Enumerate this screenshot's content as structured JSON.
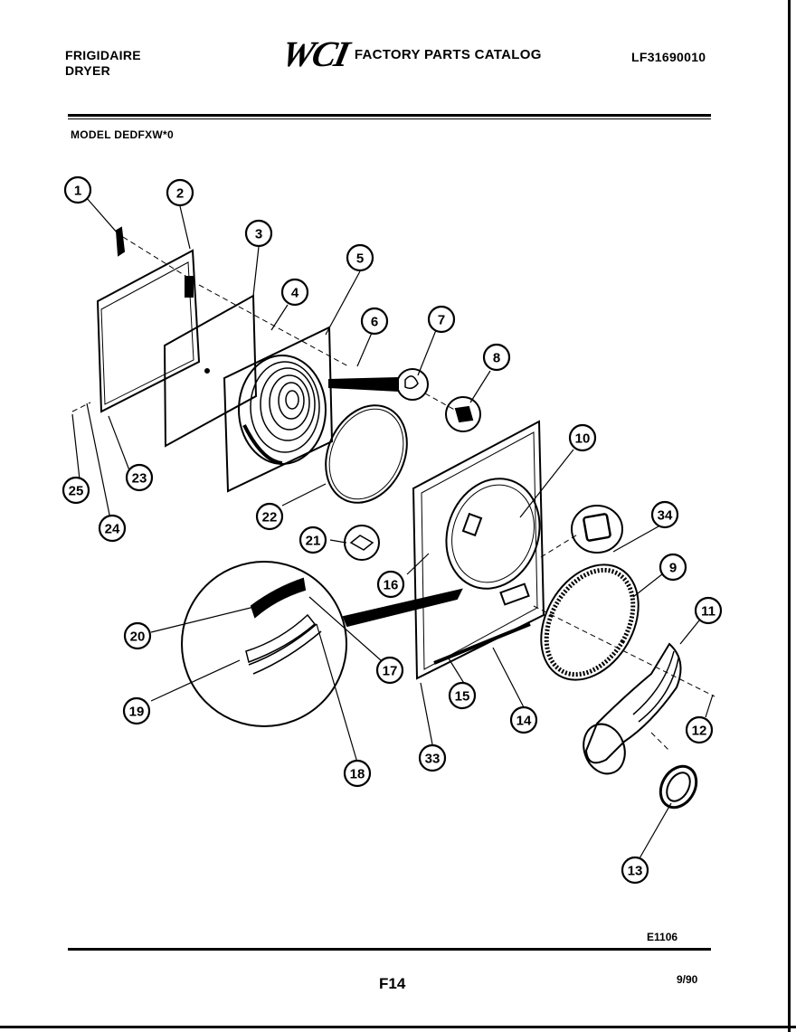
{
  "header": {
    "brand_line1": "FRIGIDAIRE",
    "brand_line2": "DRYER",
    "logo": "WCI",
    "catalog_title": "FACTORY PARTS CATALOG",
    "catalog_number": "LF31690010"
  },
  "model_label": "MODEL DEDFXW*0",
  "footer": {
    "drawing_id": "E1106",
    "page": "F14",
    "date": "9/90"
  },
  "callouts": [
    {
      "id": "c1",
      "label": "1"
    },
    {
      "id": "c2",
      "label": "2"
    },
    {
      "id": "c3",
      "label": "3"
    },
    {
      "id": "c4",
      "label": "4"
    },
    {
      "id": "c5",
      "label": "5"
    },
    {
      "id": "c6",
      "label": "6"
    },
    {
      "id": "c7",
      "label": "7"
    },
    {
      "id": "c8",
      "label": "8"
    },
    {
      "id": "c10",
      "label": "10"
    },
    {
      "id": "c34",
      "label": "34"
    },
    {
      "id": "c9",
      "label": "9"
    },
    {
      "id": "c11",
      "label": "11"
    },
    {
      "id": "c12",
      "label": "12"
    },
    {
      "id": "c13",
      "label": "13"
    },
    {
      "id": "c14",
      "label": "14"
    },
    {
      "id": "c15",
      "label": "15"
    },
    {
      "id": "c16",
      "label": "16"
    },
    {
      "id": "c17",
      "label": "17"
    },
    {
      "id": "c18",
      "label": "18"
    },
    {
      "id": "c19",
      "label": "19"
    },
    {
      "id": "c20",
      "label": "20"
    },
    {
      "id": "c21",
      "label": "21"
    },
    {
      "id": "c22",
      "label": "22"
    },
    {
      "id": "c23",
      "label": "23"
    },
    {
      "id": "c24",
      "label": "24"
    },
    {
      "id": "c25",
      "label": "25"
    },
    {
      "id": "c33",
      "label": "33"
    }
  ]
}
